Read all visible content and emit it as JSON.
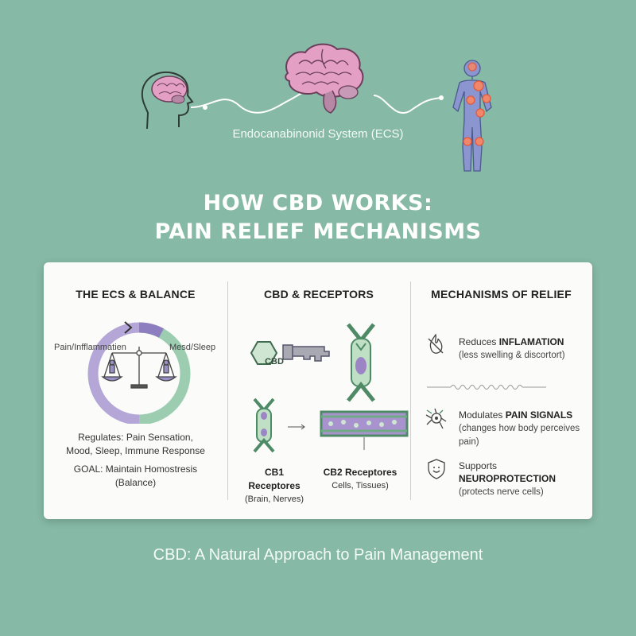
{
  "header": {
    "ecs_label": "Endocanabinonid System (ECS)",
    "title_line1": "HOW CBD WORKS:",
    "title_line2": "PAIN RELIEF MECHANISMS"
  },
  "columns": {
    "ecs": {
      "heading": "THE ECS & BALANCE",
      "left_label": "Pain/Infflammatien",
      "right_label": "Mesd/Sleep",
      "regulates_line1": "Regulates: Pain Sensation,",
      "regulates_line2": "Mood, Sleep, Immune Response",
      "goal_line1": "GOAL: Maintain Homostresis",
      "goal_line2": "(Balance)"
    },
    "receptors": {
      "heading": "CBD & RECEPTORS",
      "cbd_badge": "CBD",
      "cb1_title": "CB1 Receptores",
      "cb1_sub": "(Brain, Nerves)",
      "cb2_title": "CB2 Receptores",
      "cb2_sub": "Cells, Tissues)"
    },
    "relief": {
      "heading": "MECHANISMS OF RELIEF",
      "items": [
        {
          "prefix": "Reduces ",
          "bold": "INFLAMATION",
          "sub": "(less swelling & discortort)"
        },
        {
          "prefix": "Modulates ",
          "bold": "PAIN SIGNALS",
          "sub": "(changes how body perceives pain)"
        },
        {
          "prefix": "Supports ",
          "bold": "NEUROPROTECTION",
          "sub": "(protects nerve cells)"
        }
      ]
    }
  },
  "footer": "CBD: A Natural Approach to Pain Management",
  "colors": {
    "background": "#86b9a6",
    "brain_pink": "#e3a0c4",
    "receptor_green": "#6fa985",
    "receptor_purple": "#9b85c4"
  }
}
